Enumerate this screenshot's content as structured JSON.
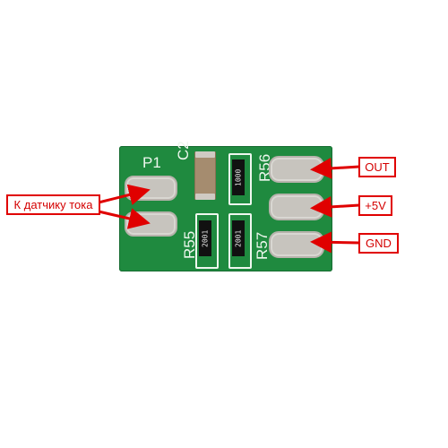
{
  "board": {
    "silkscreen": {
      "p1": "P1",
      "c2": "C2",
      "r56": "R56",
      "r55": "R55",
      "r57": "R57"
    },
    "components": {
      "r56_marking": "1000",
      "r55_marking": "2001",
      "r57_marking": "2001"
    }
  },
  "labels": {
    "sensor": "К датчику тока",
    "out": "OUT",
    "plus5v": "+5V",
    "gnd": "GND"
  },
  "colors": {
    "pcb": "#1f8a3f",
    "pad": "#c7c4be",
    "callout": "#e00000"
  }
}
